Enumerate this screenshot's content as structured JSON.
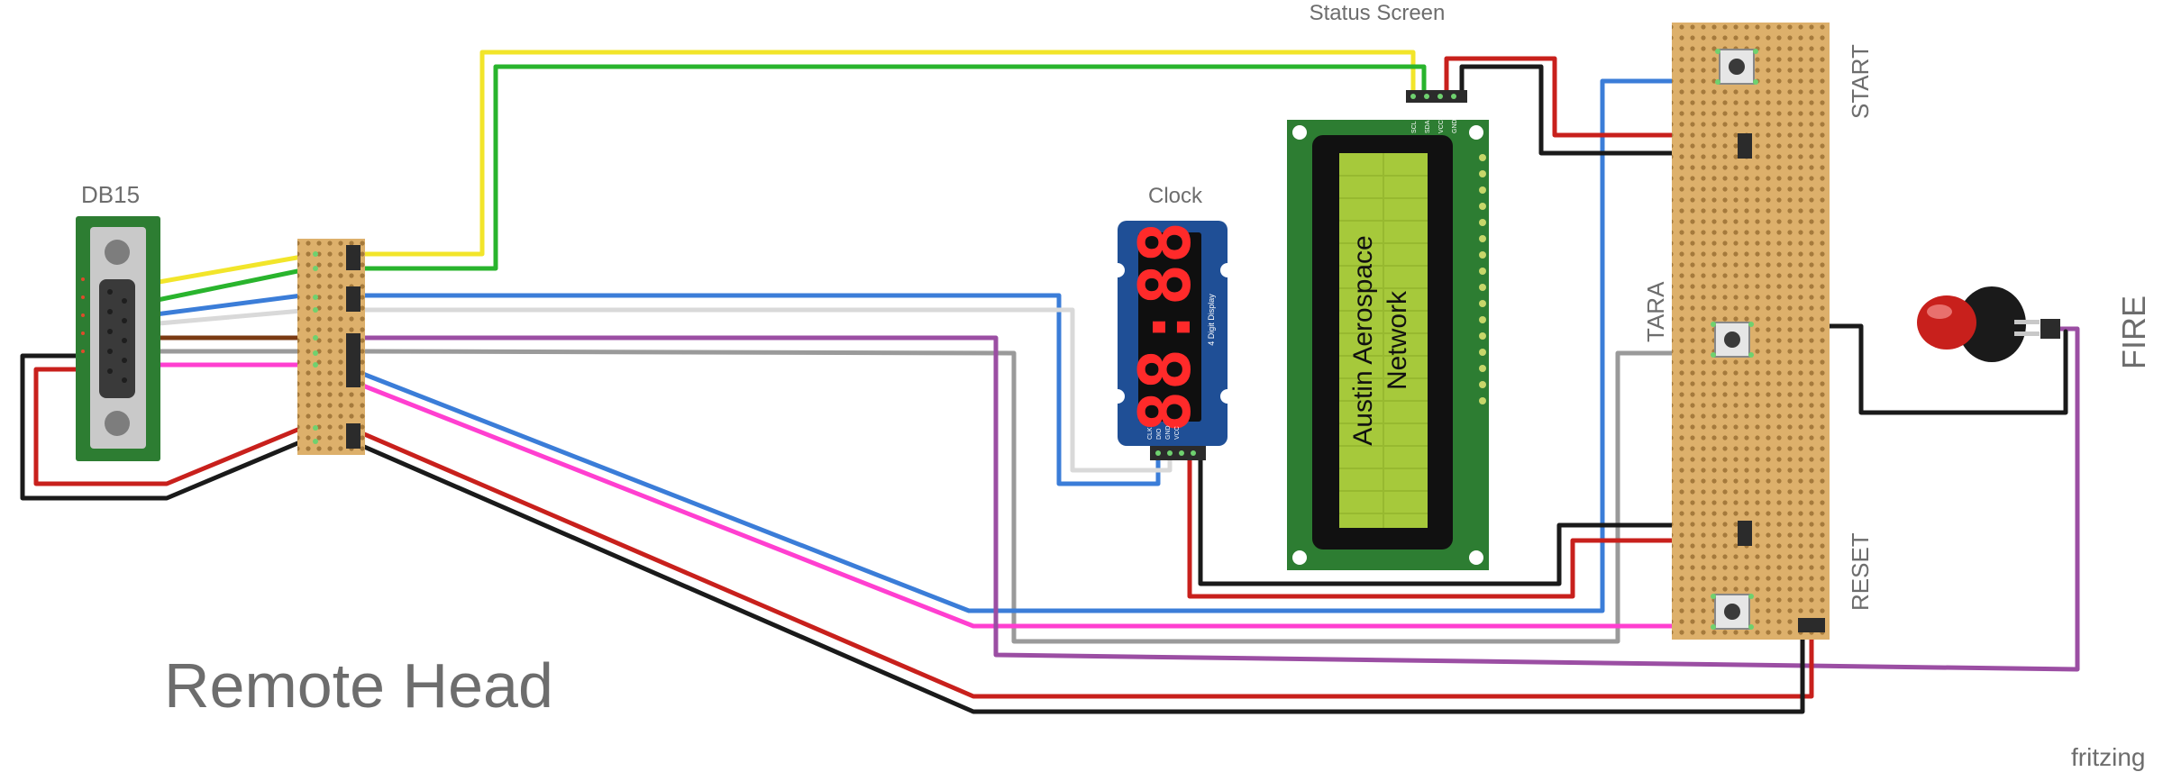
{
  "labels": {
    "db15": "DB15",
    "clock": "Clock",
    "status_screen": "Status Screen",
    "start": "START",
    "tara": "TARA",
    "reset": "RESET",
    "fire": "FIRE",
    "title": "Remote Head",
    "watermark": "fritzing"
  },
  "lcd": {
    "line1": "Austin Aerospace",
    "line2": "Network",
    "pins": [
      "SCL",
      "SDA",
      "VCC",
      "GND"
    ]
  },
  "clock_module": {
    "digits": "88:88",
    "caption": "4 Digit Display",
    "pins": [
      "CLK",
      "DIO",
      "GND",
      "VCC"
    ]
  },
  "colors": {
    "yellow": "#f2e52a",
    "green": "#29b42d",
    "blue": "#3b7dd8",
    "white": "#d9d9d9",
    "brown": "#7a3a13",
    "gray": "#9a9a9a",
    "red": "#c8201c",
    "magenta": "#ff3fd0",
    "purple": "#9b4ea3",
    "black": "#1a1a1a",
    "stripboard": "#ddb06b",
    "pcb_green": "#2d7d32",
    "lcd_screen": "#a6c93b",
    "seg_red": "#ff2a2a",
    "module_blue": "#1f4f96"
  }
}
